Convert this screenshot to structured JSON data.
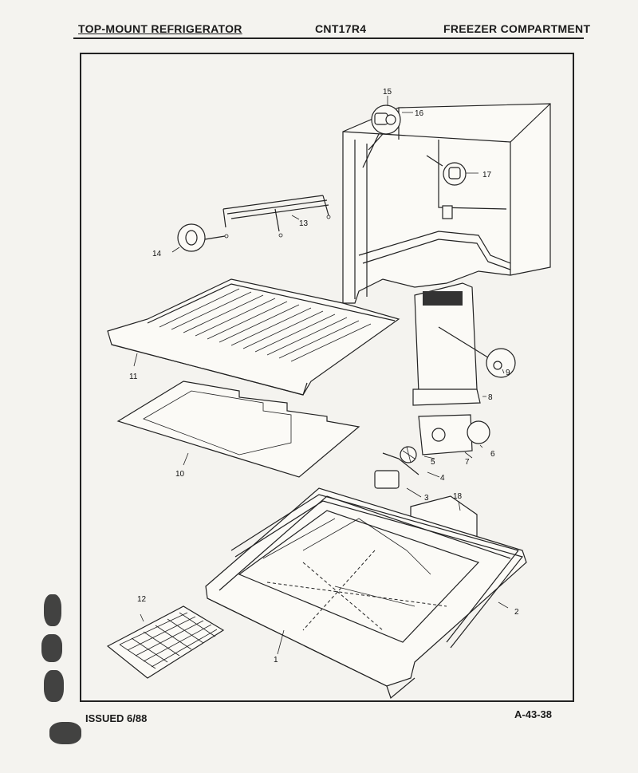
{
  "header": {
    "left": "TOP-MOUNT REFRIGERATOR",
    "model": "CNT17R4",
    "section": "FREEZER COMPARTMENT"
  },
  "footer": {
    "issued": "ISSUED 6/88",
    "doc_number": "A-43-38"
  },
  "callouts": {
    "c1": "1",
    "c2": "2",
    "c3": "3",
    "c4": "4",
    "c5": "5",
    "c6": "6",
    "c7": "7",
    "c8": "8",
    "c9": "9",
    "c10": "10",
    "c11": "11",
    "c12": "12",
    "c13": "13",
    "c14": "14",
    "c15": "15",
    "c16": "16",
    "c17": "17",
    "c18": "18"
  }
}
